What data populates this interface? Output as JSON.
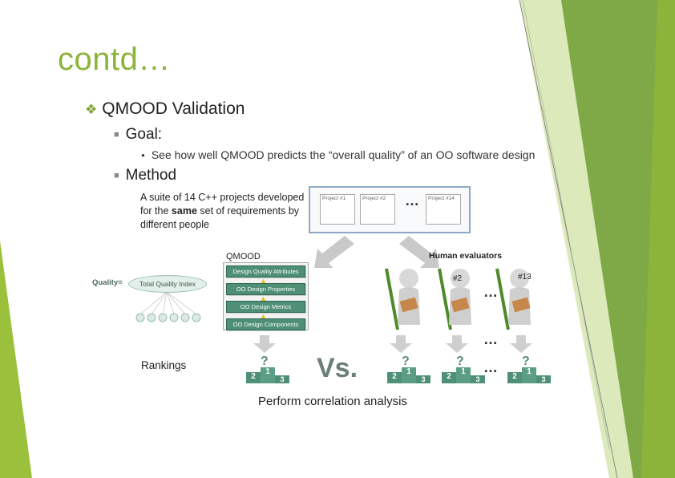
{
  "slide": {
    "title": "contd…",
    "heading": "QMOOD Validation",
    "goal_label": "Goal:",
    "goal_detail": "See how well QMOOD predicts the “overall quality” of an OO software design",
    "method_label": "Method",
    "suite_text_1": "A suite of 14 C++ projects developed for the ",
    "suite_text_bold": "same",
    "suite_text_2": " set of requirements by different people",
    "projects": [
      "Project #1",
      "Project #2",
      "Project #14"
    ],
    "ellipsis": "…",
    "qmood_label": "QMOOD",
    "human_label": "Human evaluators",
    "quality_label": "Quality=",
    "tqi_label": "Total Quality Index",
    "qmood_layers": [
      "Design Quality Attributes",
      "OO Design Properties",
      "OO Design Metrics",
      "OO Design Components"
    ],
    "evaluator_tags": [
      "#2",
      "#13"
    ],
    "rankings_label": "Rankings",
    "vs_label": "Vs.",
    "podium_ranks": [
      "2",
      "1",
      "3"
    ],
    "correlation_label": "Perform correlation analysis",
    "colors": {
      "accent_green": "#8cb33a",
      "dark_green": "#4e8f76",
      "title_green": "#8cb33a"
    }
  }
}
